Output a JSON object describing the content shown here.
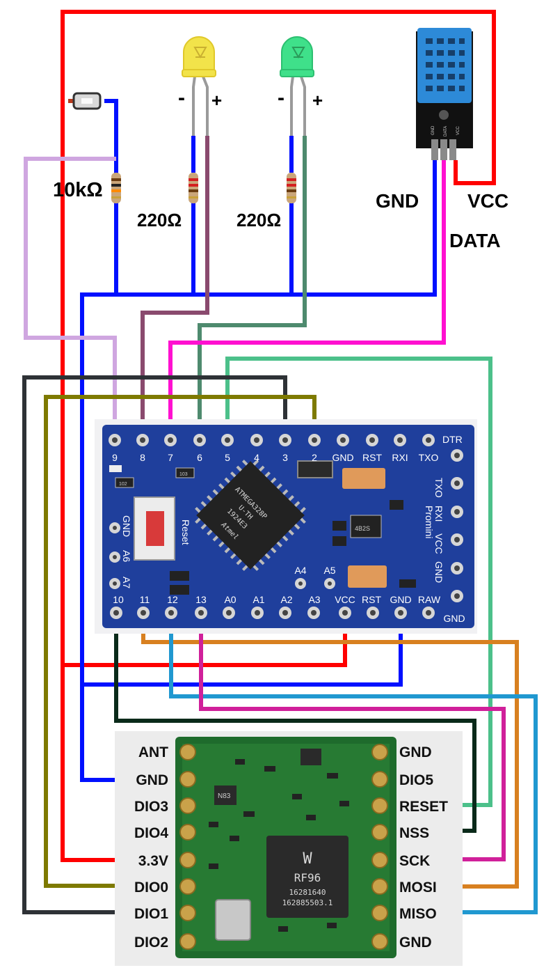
{
  "components": {
    "button_resistor": {
      "value": "10kΩ"
    },
    "led_yellow": {
      "color_name": "yellow",
      "color": "#f2e34a",
      "resistor": "220Ω",
      "minus": "-",
      "plus": "+"
    },
    "led_green": {
      "color_name": "green",
      "color": "#3fe08a",
      "resistor": "220Ω",
      "minus": "-",
      "plus": "+"
    },
    "dht_sensor": {
      "labels": [
        "GND",
        "DATA",
        "VCC"
      ],
      "board_silk": [
        "GND",
        "DATA",
        "VCC"
      ]
    }
  },
  "arduino": {
    "top_pins": [
      "9",
      "8",
      "7",
      "6",
      "5",
      "4",
      "3",
      "2",
      "GND",
      "RST",
      "RXI",
      "TXO"
    ],
    "right_pins": [
      "DTR",
      "TXO",
      "RXI",
      "VCC",
      "GND"
    ],
    "right_silk": "Promini",
    "left_pins": [
      "GND",
      "A6",
      "A7"
    ],
    "mid_pins": [
      "A4",
      "A5"
    ],
    "bottom_pins": [
      "10",
      "11",
      "12",
      "13",
      "A0",
      "A1",
      "A2",
      "A3",
      "VCC",
      "RST",
      "GND",
      "RAW"
    ],
    "bottom_right": "GND",
    "reset_label": "Reset",
    "chip_lines": [
      "ATMEGA328P",
      "U-TH",
      "1924E3"
    ],
    "chip_logo": "Atmel",
    "small_parts": [
      "102",
      "103",
      "4B2S"
    ]
  },
  "lora": {
    "left_pins": [
      "ANT",
      "GND",
      "DIO3",
      "DIO4",
      "3.3V",
      "DIO0",
      "DIO1",
      "DIO2"
    ],
    "right_pins": [
      "GND",
      "DIO5",
      "RESET",
      "NSS",
      "SCK",
      "MOSI",
      "MISO",
      "GND"
    ],
    "chip_lines": [
      "RF96",
      "16281640",
      "162885503.1"
    ],
    "chip_logo": "W",
    "small_chip": "N83"
  },
  "wire_colors": {
    "vcc": "#ff0000",
    "gnd": "#0010ff",
    "button": "#cfa6e0",
    "led_yellow": "#8a4a6e",
    "led_green": "#4e8a6e",
    "dht_data": "#ff10d0",
    "reset": "#4cc08a",
    "dio1": "#2e3236",
    "dio0": "#7e7a00",
    "nss": "#0a2a1a",
    "mosi": "#d88020",
    "miso": "#2098d0",
    "sck": "#d0209a"
  }
}
